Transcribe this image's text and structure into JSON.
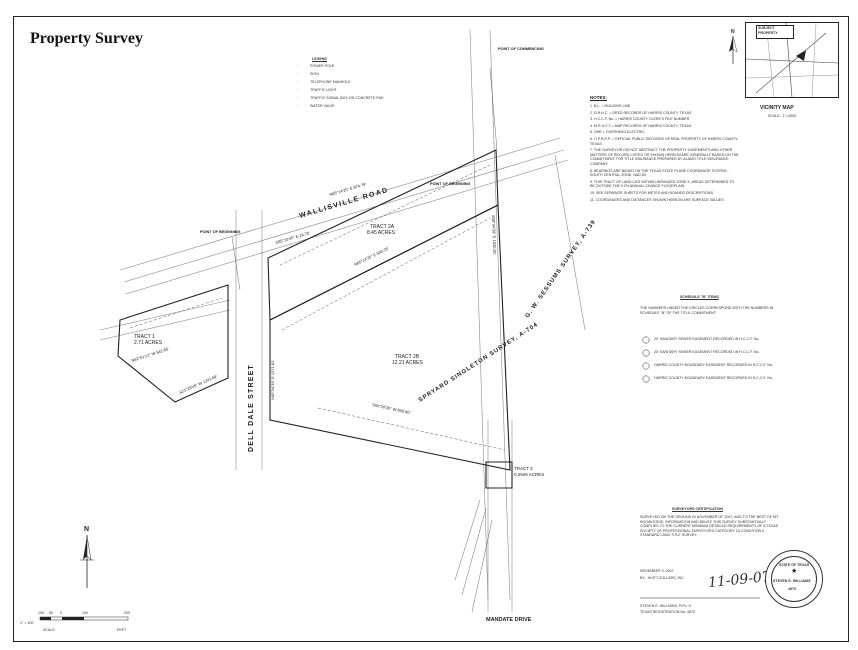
{
  "title": "Property Survey",
  "legend": {
    "heading": "LEGEND",
    "items": [
      "POWER POLE",
      "SIGN",
      "TELEPHONE MANHOLE",
      "TRAFFIC LIGHT",
      "TRAFFIC SIGNAL BOX ON CONCRETE PAD",
      "WATER VALVE"
    ]
  },
  "notes": {
    "heading": "NOTES:",
    "items": [
      "1.  B.L. = BUILDING LINE",
      "2.  D.R.H.C. = DEED RECORDS OF HARRIS COUNTY, TEXAS",
      "3.  H.C.C.F. No. = HARRIS COUNTY CLERK'S FILE NUMBER",
      "4.  M.R.H.C.T.= MAP RECORDS OF HARRIS COUNTY, TEXAS",
      "5.  OHE = OVERHEAD ELECTRIC",
      "6.  O.P.R.R.P. = OFFICIAL PUBLIC RECORDS OF REAL PROPERTY OF HARRIS COUNTY, TEXAS",
      "7.  THE SURVEYOR DID NOT ABSTRACT THE PROPERTY. EASEMENTS AND OTHER MATTERS OF RECORD LISTED OR SHOWN HEREON ARE GENERALLY BASED ON THE COMMITMENT FOR TITLE INSURANCE PREPARED BY ALAMO TITLE INSURANCE COMPANY",
      "8.  BEARINGS ARE BASED ON THE TEXAS STATE PLANE COORDINATE SYSTEM - SOUTH CENTRAL ZONE, NAD 83",
      "9.  THIS TRACT OF LAND LIES WITHIN UNSHADED ZONE X, AREAS DETERMINED TO BE OUTSIDE THE 0.2% ANNUAL CHANCE FLOODPLAIN",
      "10. SEE SEPARATE SHEETS FOR METES AND BOUNDS DESCRIPTIONS.",
      "11. COORDINATES AND DISTANCES SHOWN HEREON ARE SURFACE VALUES"
    ]
  },
  "vicinity_map": {
    "title": "VICINITY MAP",
    "scale": "SCALE:  1\"=4000'",
    "subject": "SUBJECT PROPERTY"
  },
  "schedule_b": {
    "heading": "SCHEDULE \"B\" ITEMS",
    "intro": "THE NUMBERS UNDER THE CIRCLES CORRESPOND WITH THE NUMBERS IN SCHEDULE \"B\" OF THE TITLE COMMITMENT",
    "items": [
      "20' SANITARY SEWER EASEMENT RECORDED IN H.C.C.F. No.",
      "20' SANITARY SEWER EASEMENT RECORDED IN H.C.C.F. No.",
      "HARRIS COUNTY BOUNDARY EASEMENT RECORDED IN H.C.C.F. No.",
      "HARRIS COUNTY BOUNDARY EASEMENT RECORDED IN H.C.C.F. No."
    ]
  },
  "certification": {
    "heading": "SURVEYORS CERTIFICATION",
    "body": "SURVEYED ON THE GROUND IN NOVEMBER OF 2007, AND TO THE BEST OF MY KNOWLEDGE, INFORMATION AND BELIEF THIS SURVEY SUBSTANTIALLY COMPLIES TO THE CURRENT MINIMUM DETAILED REQUIREMENTS OF A TEXAS SOCIETY OF PROFESSIONAL SURVEYORS CATEGORY 1A CONDITION II STANDARD LAND TITLE SURVEY.",
    "date": "NOVEMBER 9, 2007",
    "firm": "BY:  HUITT-ZOLLARS, INC.",
    "name": "STEVEN E. WILLIAMS, R.P.L.S.",
    "reg": "TEXAS REGISTRATION No. 4870",
    "signature": "11-09-07",
    "seal_name": "STEVEN E. WILLIAMS",
    "seal_state": "STATE OF TEXAS",
    "seal_no": "4870"
  },
  "roads": {
    "wallisville": "WALLISVILLE ROAD",
    "delldale": "DELL DALE STREET",
    "mandate": "MANDATE DRIVE"
  },
  "tracts": [
    {
      "name": "TRACT 1",
      "area": "2.71 ACRES"
    },
    {
      "name": "TRACT 2A",
      "area": "8.45 ACRES"
    },
    {
      "name": "TRACT 2B",
      "area": "12.21 ACRES"
    },
    {
      "name": "TRACT 3",
      "area": "0.2946 ACRES"
    }
  ],
  "surveys": {
    "singleton": "SPRYARD SINGLETON SURVEY, A-704",
    "sessums": "G. W. SESSUMS SURVEY, A-739"
  },
  "commencing": "POINT OF COMMENCING",
  "beginning": "POINT OF BEGINNING",
  "bearings": [
    "N65°14'25\" E  874.79'",
    "S00°34'39\" E  1036.81'",
    "N65°14'25\" E  500.25'",
    "S50°20'30\" W 660.80'",
    "N62°51'12\" W  542.65'",
    "S21°29'45\" W 1241.69'",
    "N00°34'39\" E 1271.81'",
    "S85°10'45\" E  24.70'"
  ],
  "scale_bar": {
    "labels": [
      "100",
      "50",
      "0",
      "100",
      "200"
    ],
    "scale": "1\" = 100'",
    "scale_word": "SCALE",
    "feet_word": "FEET"
  },
  "north": "N",
  "colors": {
    "line": "#222222",
    "paper": "#ffffff",
    "faint": "#8a8a8a"
  }
}
